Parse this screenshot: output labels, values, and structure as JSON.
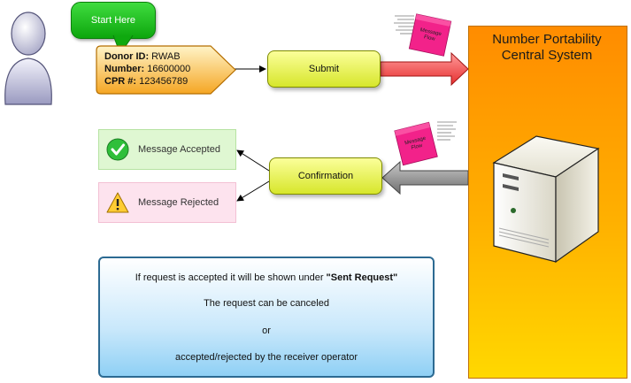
{
  "callout": {
    "label": "Start Here"
  },
  "donor": {
    "donor_id_label": "Donor ID:",
    "donor_id_value": "RWAB",
    "number_label": "Number:",
    "number_value": "16600000",
    "cpr_label": "CPR #:",
    "cpr_value": "123456789"
  },
  "actions": {
    "submit_label": "Submit",
    "confirmation_label": "Confirmation"
  },
  "central_system": {
    "title_line1": "Number Portability",
    "title_line2": "Central System"
  },
  "sticky_notes": [
    {
      "label_line1": "Message",
      "label_line2": "Flow"
    },
    {
      "label_line1": "Message",
      "label_line2": "Flow"
    }
  ],
  "messages": {
    "accepted_label": "Message Accepted",
    "rejected_label": "Message Rejected"
  },
  "info": {
    "line1_prefix": "If request is accepted it will be shown under ",
    "line1_bold": "\"Sent Request\"",
    "line2": "The request can be canceled",
    "line3": "or",
    "line4": "accepted/rejected by the receiver operator"
  },
  "colors": {
    "callout_green": "#0da60d",
    "action_yellow": "#e8f040",
    "central_orange": "#ff9900",
    "submit_arrow_red": "#f04a4a",
    "confirm_arrow_gray": "#8a8a8a",
    "sticky_pink": "#f2228a",
    "accepted_bg": "#dff7d2",
    "rejected_bg": "#fde3ee",
    "info_border": "#2c6a92"
  }
}
